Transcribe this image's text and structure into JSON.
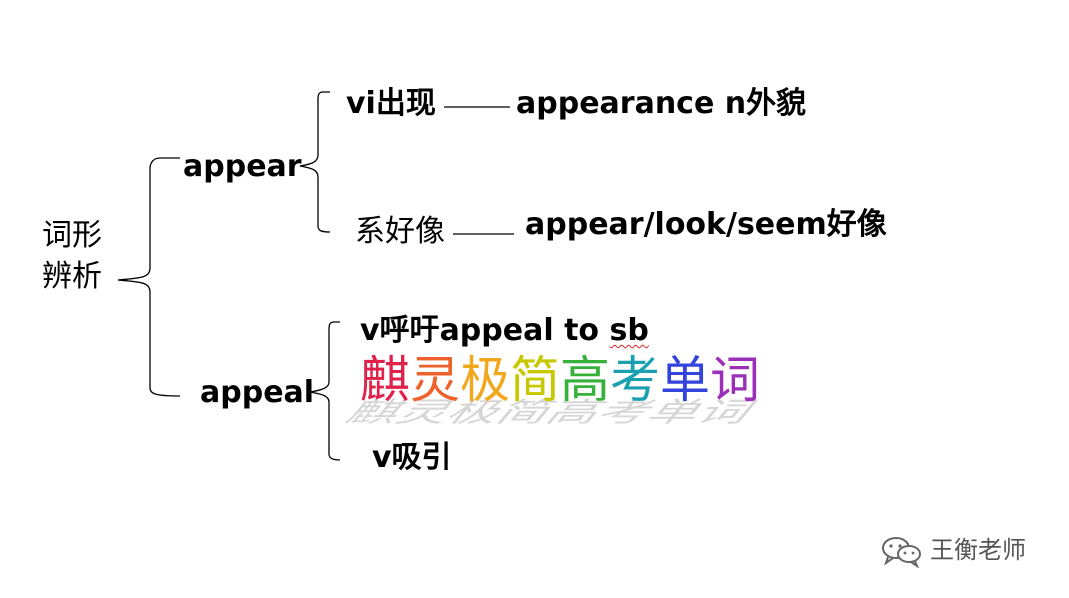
{
  "root": {
    "line1": "词形",
    "line2": "辨析"
  },
  "appear": {
    "word": "appear",
    "meaning1": {
      "pos": "vi出现",
      "derived": "appearance n外貌"
    },
    "meaning2": {
      "pos": "系好像",
      "synonyms": "appear/look/seem好像"
    }
  },
  "appeal": {
    "word": "appeal",
    "meaning1": {
      "prefix": "v呼吁",
      "phrase": "appeal to ",
      "phrase_end": "sb"
    },
    "meaning2": {
      "pos": "v吸引"
    }
  },
  "banner": {
    "chars": [
      "麒",
      "灵",
      "极",
      "简",
      "高",
      "考",
      "单",
      "词"
    ],
    "colors": [
      "#e0214a",
      "#f0602a",
      "#f2a81c",
      "#c8c800",
      "#36b23a",
      "#1aa0b0",
      "#3344dd",
      "#9b2fb8"
    ]
  },
  "watermark": {
    "text": "王衡老师",
    "icon": "wechat-icon"
  }
}
